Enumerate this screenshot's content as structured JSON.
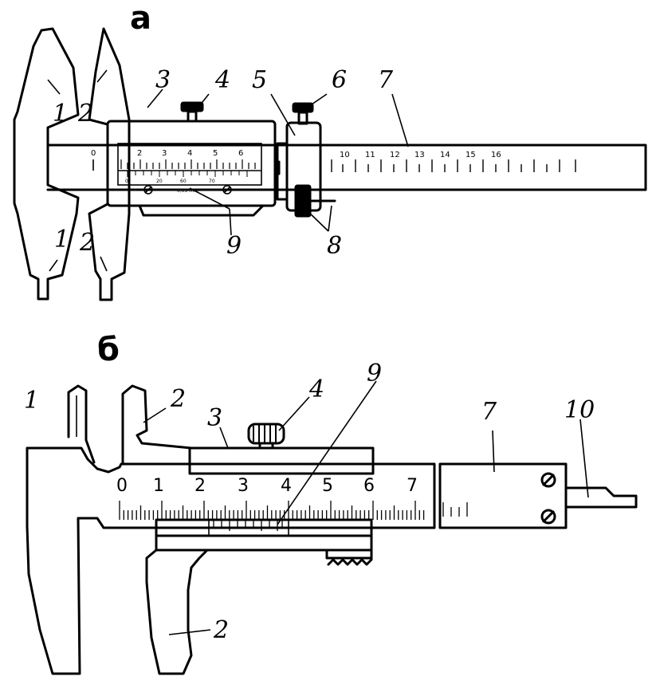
{
  "figure_a": {
    "label": "а",
    "callouts": {
      "jaw_fixed_top": "1",
      "jaw_movable_top": "2",
      "frame": "3",
      "clamp_screw": "4",
      "micro_frame": "5",
      "micro_screw": "6",
      "bar": "7",
      "micro_nut": "8",
      "vernier": "9",
      "jaw_fixed_bottom": "1",
      "jaw_movable_bottom": "2"
    },
    "bar_scale": [
      "10",
      "11",
      "12",
      "13",
      "14",
      "15",
      "16"
    ],
    "frame_scale": [
      "0",
      "2",
      "3",
      "4",
      "5",
      "6"
    ],
    "vernier_scale": [
      "0",
      "20",
      "60",
      "70"
    ],
    "precision": "0,05 mm"
  },
  "figure_b": {
    "label": "б",
    "callouts": {
      "jaw_fixed": "1",
      "jaw_movable_top": "2",
      "frame": "3",
      "clamp_screw": "4",
      "vernier": "9",
      "bar": "7",
      "depth_gauge": "10",
      "jaw_movable_bottom": "2"
    },
    "bar_scale": [
      "0",
      "1",
      "2",
      "3",
      "4",
      "5",
      "6",
      "7"
    ]
  }
}
